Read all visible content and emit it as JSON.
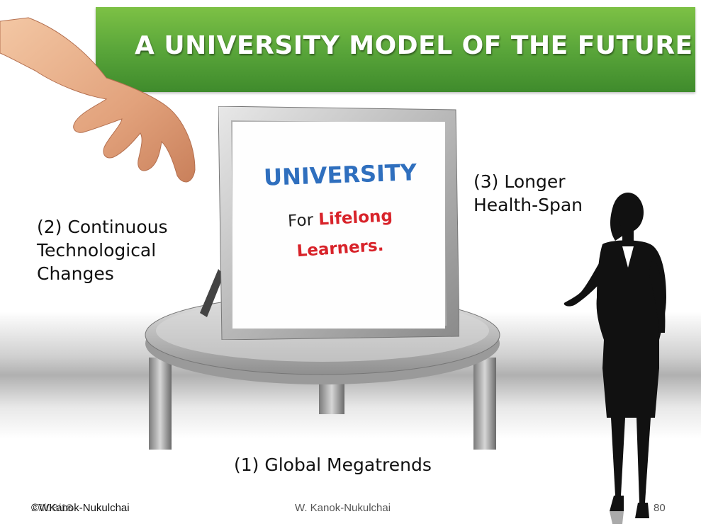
{
  "slide": {
    "title": "A UNIVERSITY MODEL OF THE FUTURE",
    "board": {
      "line1": "UNIVERSITY",
      "line2_prefix": "For",
      "line2_highlight": "Lifelong",
      "line3": "Learners."
    },
    "labels": {
      "label_2_line1": "(2) Continuous",
      "label_2_line2": "Technological",
      "label_2_line3": "Changes",
      "label_3_line1": "(3) Longer",
      "label_3_line2": "Health-Span",
      "label_1": "(1) Global Megatrends"
    },
    "footer": {
      "date": "27/08/18",
      "copyright": "©WKanok-Nukulchai",
      "author": "W. Kanok-Nukulchai",
      "page": "80"
    },
    "colors": {
      "banner_green": "#5aa63a",
      "university_blue": "#2f6fbe",
      "highlight_red": "#d8232a"
    },
    "icons": [
      "hand-illustration",
      "podium-table-illustration",
      "picture-frame-illustration",
      "woman-silhouette-illustration"
    ]
  }
}
